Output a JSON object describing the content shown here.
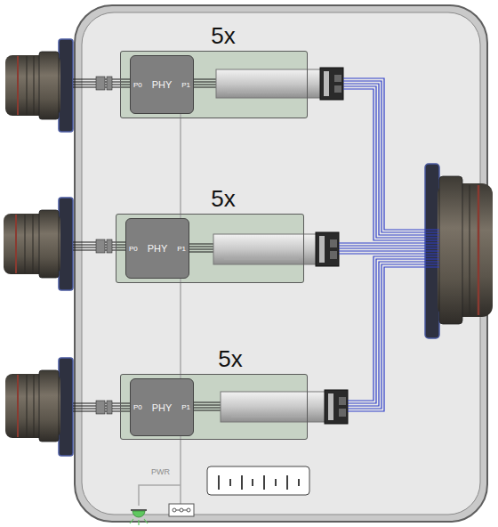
{
  "diagram": {
    "nodes": [
      {
        "text": [
          "5x"
        ]
      },
      {
        "text": [
          "P0",
          "PHY",
          "P1"
        ],
        "in": 0
      },
      {
        "text": [
          "5x"
        ]
      },
      {
        "text": [
          "P0",
          "PHY",
          "P1"
        ],
        "in": 2
      },
      {
        "text": [
          "5x"
        ]
      },
      {
        "text": [
          "P0",
          "PHY",
          "P1"
        ],
        "in": 4
      }
    ],
    "edges": [
      {
        "from": 1,
        "to": 3,
        "arrow": "none"
      },
      {
        "from": 3,
        "to": 5,
        "arrow": "none"
      }
    ],
    "labels": [
      "PWR"
    ]
  }
}
